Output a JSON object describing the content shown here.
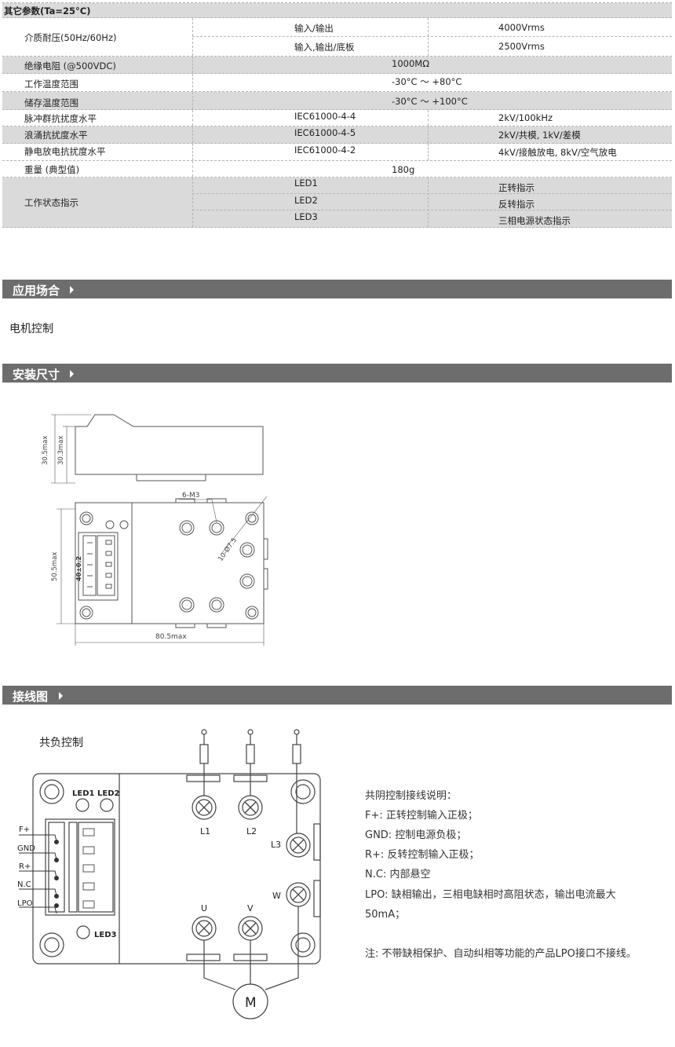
{
  "params": {
    "title": "其它参数(Ta=25°C)",
    "dielectric": {
      "label": "介质耐压(50Hz/60Hz)",
      "r1_cond": "输入/输出",
      "r1_val": "4000Vrms",
      "r2_cond": "输入,输出/底板",
      "r2_val": "2500Vrms"
    },
    "insulation": {
      "label": "绝缘电阻 (@500VDC)",
      "value": "1000MΩ"
    },
    "op_temp": {
      "label": "工作温度范围",
      "value": "-30°C ～ +80°C"
    },
    "store_temp": {
      "label": "储存温度范围",
      "value": "-30°C ～ +100°C"
    },
    "pulse": {
      "label": "脉冲群抗扰度水平",
      "std": "IEC61000-4-4",
      "value": "2kV/100kHz"
    },
    "surge": {
      "label": "浪涌抗扰度水平",
      "std": "IEC61000-4-5",
      "value": "2kV/共模, 1kV/差模"
    },
    "esd": {
      "label": "静电放电抗扰度水平",
      "std": "IEC61000-4-2",
      "value": "4kV/接触放电, 8kV/空气放电"
    },
    "weight": {
      "label": "重量 (典型值)",
      "value": "180g"
    },
    "led": {
      "label": "工作状态指示",
      "items": [
        {
          "name": "LED1",
          "desc": "正转指示"
        },
        {
          "name": "LED2",
          "desc": "反转指示"
        },
        {
          "name": "LED3",
          "desc": "三相电源状态指示"
        }
      ]
    }
  },
  "sections": {
    "application": "应用场合",
    "dimensions": "安装尺寸",
    "wiring": "接线图"
  },
  "application_text": "电机控制",
  "dimension_labels": {
    "h1": "30.5max",
    "h2": "30.3max",
    "m3": "6-M3",
    "dia": "10-Ø7.5",
    "w50": "50.5max",
    "w40": "40±0.2",
    "w80": "80.5max"
  },
  "wiring": {
    "heading": "共负控制",
    "led1": "LED1",
    "led2": "LED2",
    "led3": "LED3",
    "pins": [
      "F+",
      "GND",
      "R+",
      "N.C",
      "LPO"
    ],
    "terminals": {
      "l1": "L1",
      "l2": "L2",
      "l3": "L3",
      "u": "U",
      "v": "V",
      "w": "W",
      "motor": "M"
    },
    "notes": [
      "共阴控制接线说明：",
      "F+: 正转控制输入正极；",
      "GND: 控制电源负极；",
      "R+: 反转控制输入正极；",
      "N.C: 内部悬空",
      "LPO: 缺相输出，三相电缺相时高阻状态，输出电流最大",
      "50mA；",
      "",
      "注: 不带缺相保护、自动纠相等功能的产品LPO接口不接线。"
    ]
  }
}
